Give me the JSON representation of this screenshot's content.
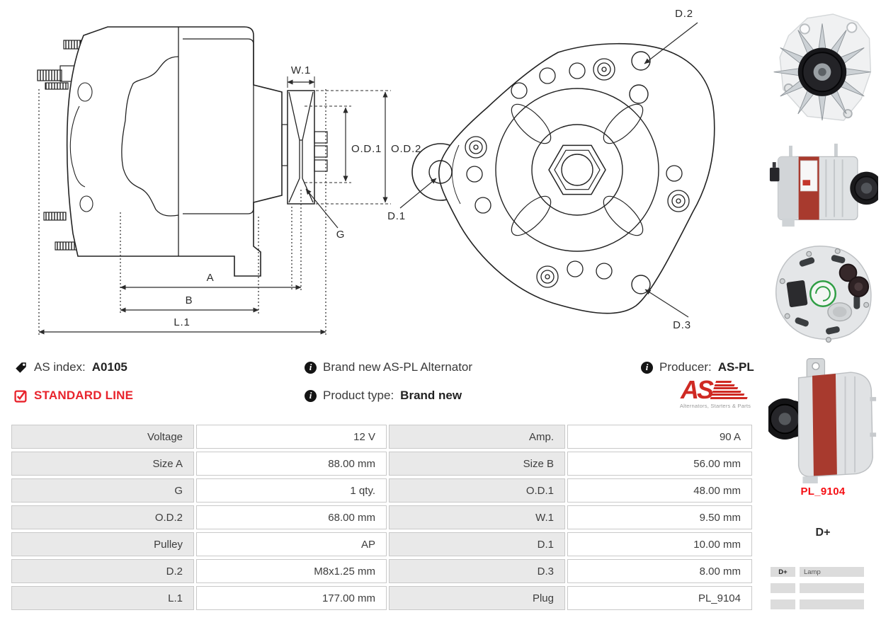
{
  "colors": {
    "accent_red": "#e8232c",
    "bright_red": "#f50f14",
    "logo_red": "#cf2a23",
    "table_label_bg": "#e9e9e9",
    "table_border": "#c9c9c9",
    "drawing_stroke": "#222222"
  },
  "drawing": {
    "labels": {
      "w1": "W.1",
      "od1": "O.D.1",
      "od2": "O.D.2",
      "g": "G",
      "a": "A",
      "b": "B",
      "l1": "L.1",
      "d1": "D.1",
      "d2": "D.2",
      "d3": "D.3"
    }
  },
  "info": {
    "as_index_label": "AS index:",
    "as_index_value": "A0105",
    "standard_line": "STANDARD LINE",
    "brand_new": "Brand new AS-PL Alternator",
    "product_type_label": "Product type:",
    "product_type_value": "Brand new",
    "producer_label": "Producer:",
    "producer_value": "AS-PL"
  },
  "logo": {
    "text": "AS",
    "tagline": "Alternators, Starters & Parts"
  },
  "spec_table": {
    "rows": [
      {
        "l1": "Voltage",
        "v1": "12 V",
        "l2": "Amp.",
        "v2": "90 A"
      },
      {
        "l1": "Size A",
        "v1": "88.00 mm",
        "l2": "Size B",
        "v2": "56.00 mm"
      },
      {
        "l1": "G",
        "v1": "1 qty.",
        "l2": "O.D.1",
        "v2": "48.00 mm"
      },
      {
        "l1": "O.D.2",
        "v1": "68.00 mm",
        "l2": "W.1",
        "v2": "9.50 mm"
      },
      {
        "l1": "Pulley",
        "v1": "AP",
        "l2": "D.1",
        "v2": "10.00 mm"
      },
      {
        "l1": "D.2",
        "v1": "M8x1.25 mm",
        "l2": "D.3",
        "v2": "8.00 mm"
      },
      {
        "l1": "L.1",
        "v1": "177.00 mm",
        "l2": "Plug",
        "v2": "PL_9104"
      }
    ]
  },
  "sidebar": {
    "plug_code": "PL_9104",
    "terminal": "D+",
    "mini_table": {
      "header_left": "D+",
      "header_right": "Lamp",
      "empty_rows": 2
    }
  }
}
